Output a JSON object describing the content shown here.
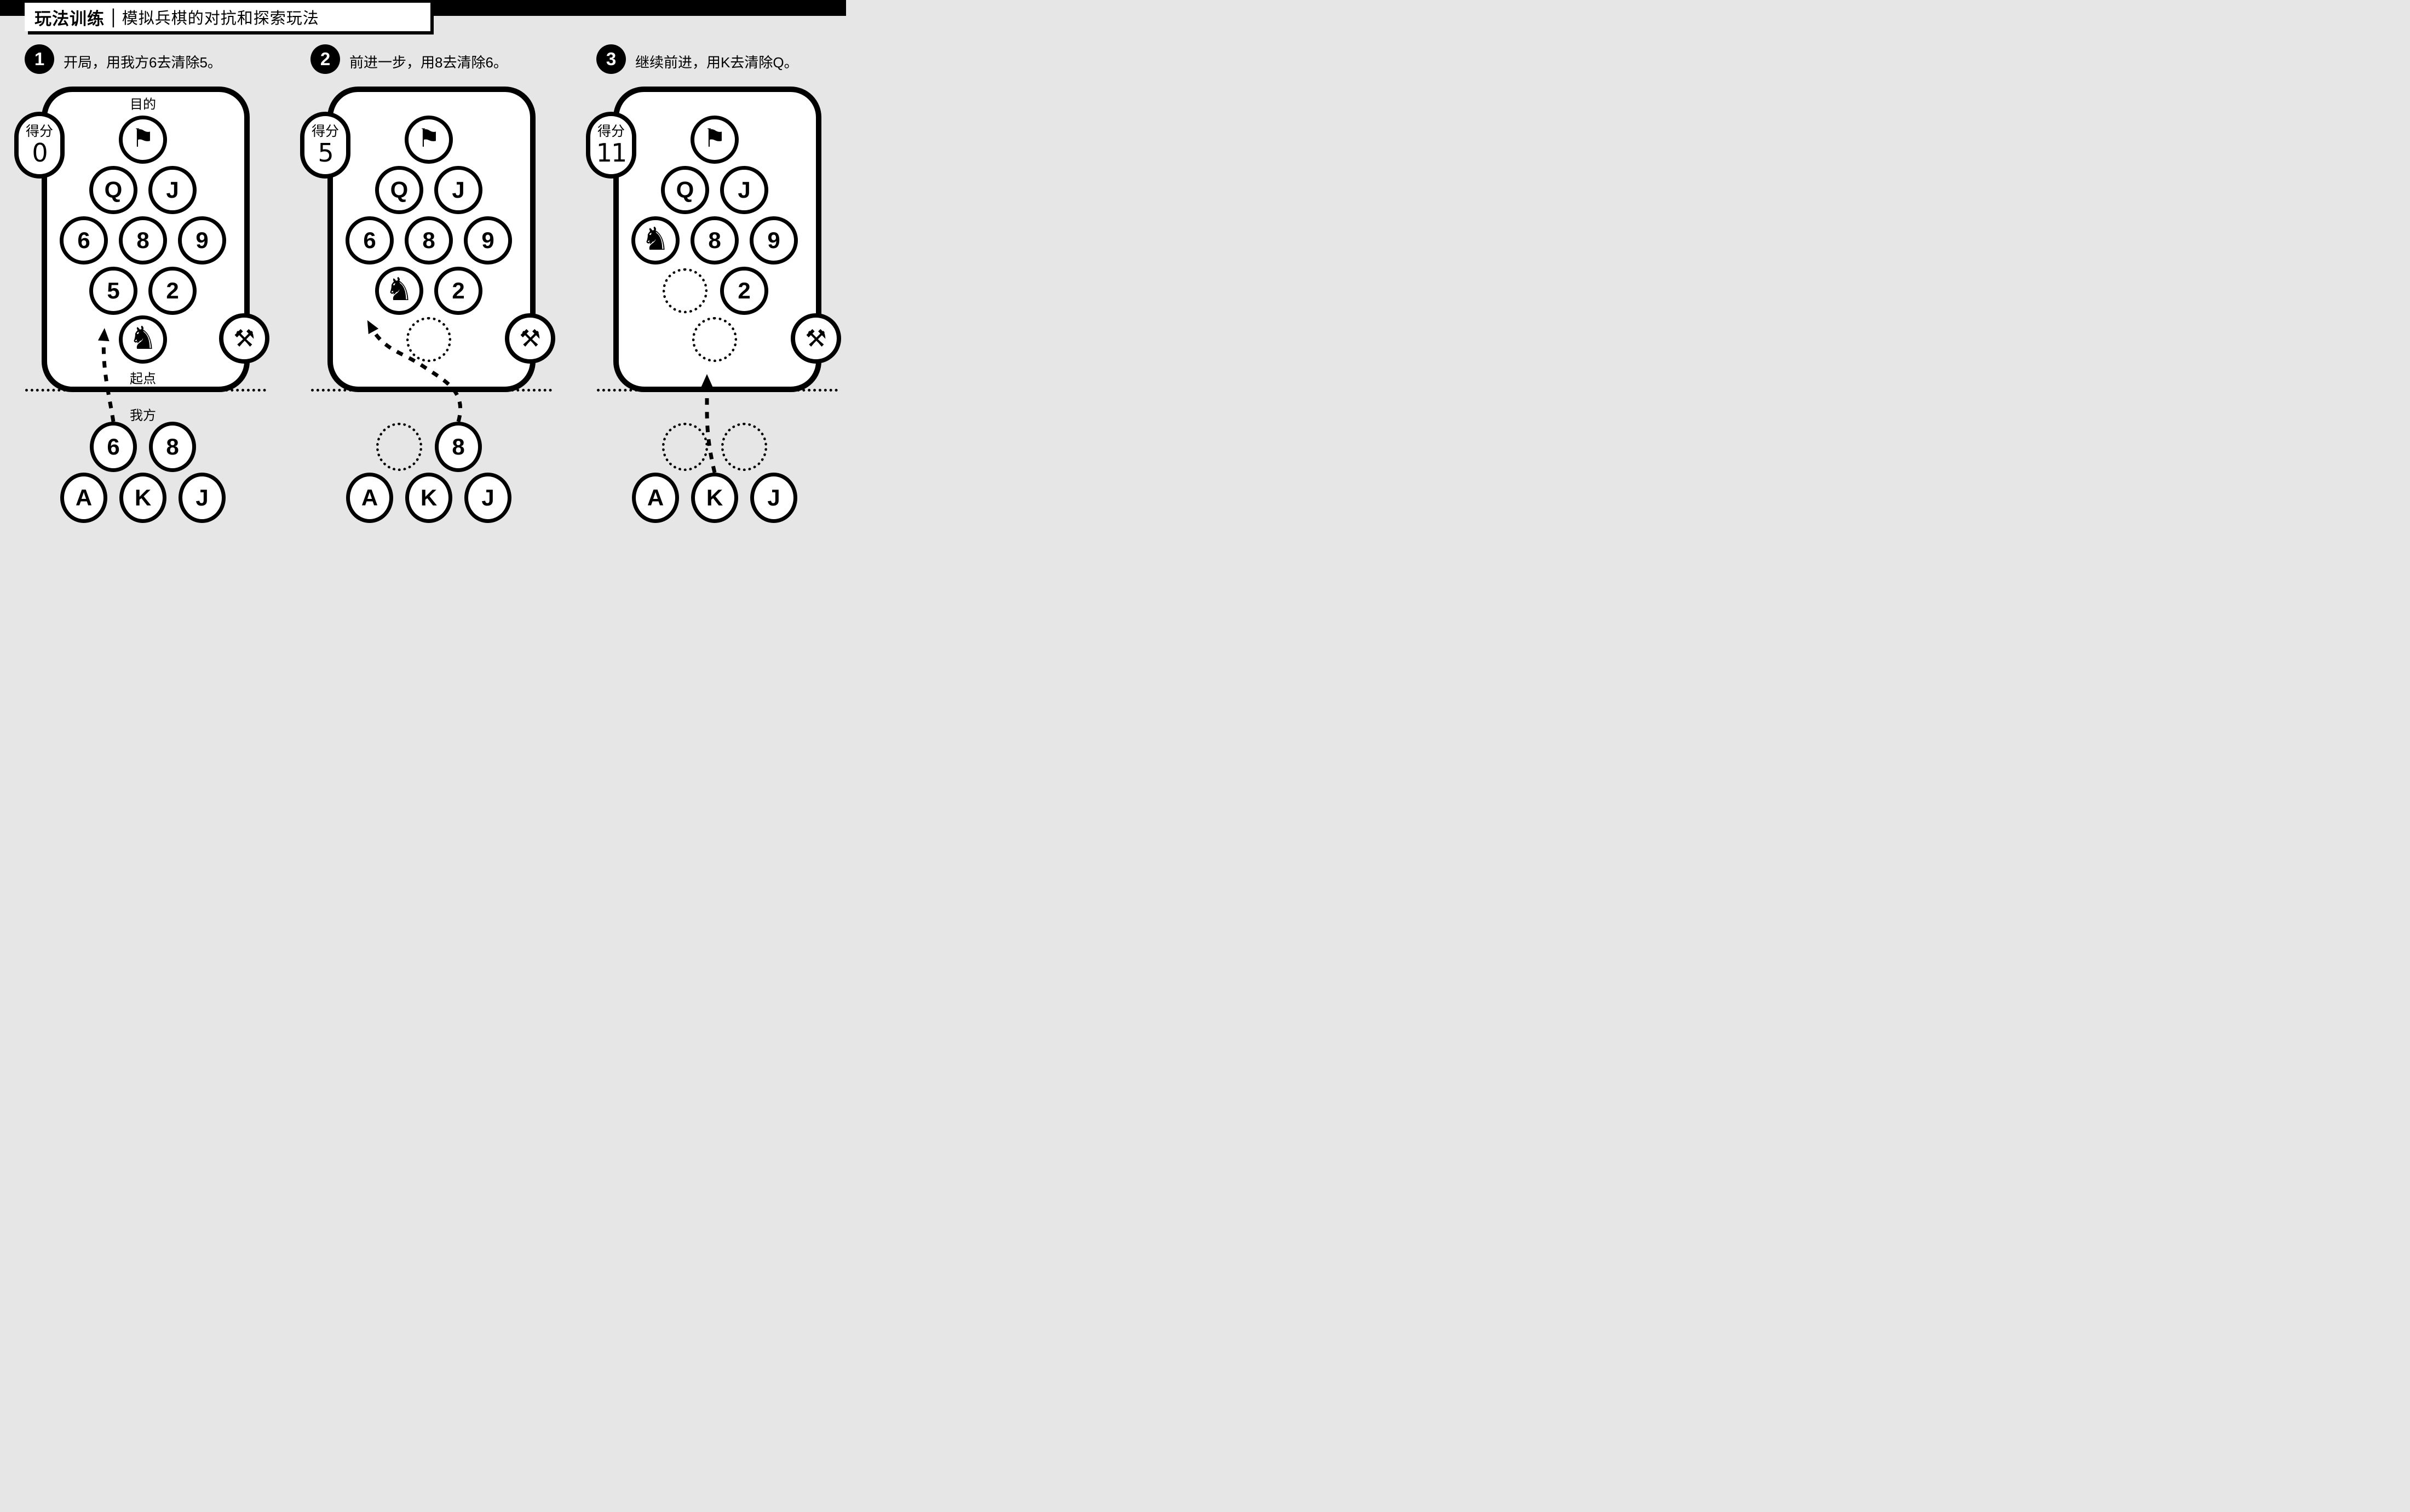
{
  "title": {
    "bold": "玩法训练",
    "separator": "|",
    "rest": "模拟兵棋的对抗和探索玩法"
  },
  "colors": {
    "background": "#e6e6e6",
    "surface": "#ffffff",
    "ink": "#000000"
  },
  "icons": {
    "flag": "⚑",
    "knight": "♞",
    "hammers": "⚒"
  },
  "board_labels": {
    "score": "得分",
    "goal": "目的",
    "start": "起点",
    "our_side": "我方"
  },
  "steps": [
    {
      "number": "1",
      "caption": "开局，用我方6去清除5。",
      "score": "0",
      "show_board_labels": true,
      "board_rows": [
        [
          "flag"
        ],
        [
          "card:Q",
          "card:J"
        ],
        [
          "card:6",
          "card:8",
          "card:9"
        ],
        [
          "card:5",
          "card:2"
        ],
        [
          "knight"
        ]
      ],
      "hand_rows": [
        [
          "card:6",
          "card:8"
        ],
        [
          "card:A",
          "card:K",
          "card:J"
        ]
      ]
    },
    {
      "number": "2",
      "caption": "前进一步，用8去清除6。",
      "score": "5",
      "show_board_labels": false,
      "board_rows": [
        [
          "flag"
        ],
        [
          "card:Q",
          "card:J"
        ],
        [
          "card:6",
          "card:8",
          "card:9"
        ],
        [
          "knight",
          "card:2"
        ],
        [
          "empty"
        ]
      ],
      "hand_rows": [
        [
          "empty",
          "card:8"
        ],
        [
          "card:A",
          "card:K",
          "card:J"
        ]
      ]
    },
    {
      "number": "3",
      "caption": "继续前进，用K去清除Q。",
      "score": "11",
      "show_board_labels": false,
      "board_rows": [
        [
          "flag"
        ],
        [
          "card:Q",
          "card:J"
        ],
        [
          "knight",
          "card:8",
          "card:9"
        ],
        [
          "empty",
          "card:2"
        ],
        [
          "empty"
        ]
      ],
      "hand_rows": [
        [
          "empty",
          "empty"
        ],
        [
          "card:A",
          "card:K",
          "card:J"
        ]
      ]
    }
  ]
}
